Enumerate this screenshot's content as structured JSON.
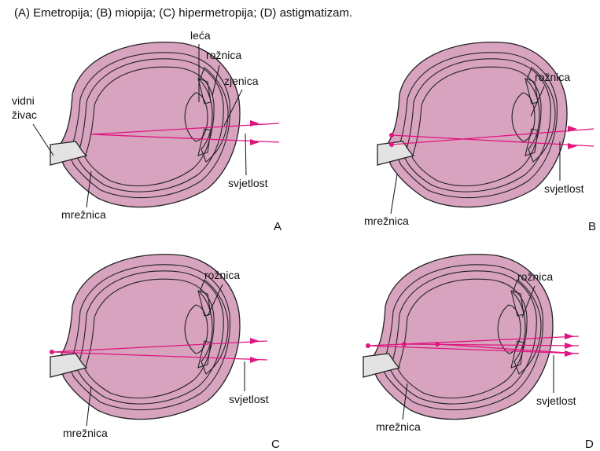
{
  "caption": "(A) Emetropija; (B) miopija; (C) hipermetropija; (D) astigmatizam.",
  "colors": {
    "sclera": "#d7a3bf",
    "choroid": "#d1579a",
    "ray": "#e0157f",
    "nerve": "#e3e3e3",
    "outline": "#222222"
  },
  "panels": [
    {
      "letter": "A",
      "labels": {
        "lens": "leća",
        "cornea": "rožnica",
        "pupil": "zjenica",
        "optic_nerve_1": "vidni",
        "optic_nerve_2": "živac",
        "light": "svjetlost",
        "retina": "mrežnica"
      }
    },
    {
      "letter": "B",
      "labels": {
        "cornea": "rožnica",
        "light": "svjetlost",
        "retina": "mrežnica"
      }
    },
    {
      "letter": "C",
      "labels": {
        "cornea": "rožnica",
        "light": "svjetlost",
        "retina": "mrežnica"
      }
    },
    {
      "letter": "D",
      "labels": {
        "cornea": "rožnica",
        "light": "svjetlost",
        "retina": "mrežnica"
      }
    }
  ]
}
